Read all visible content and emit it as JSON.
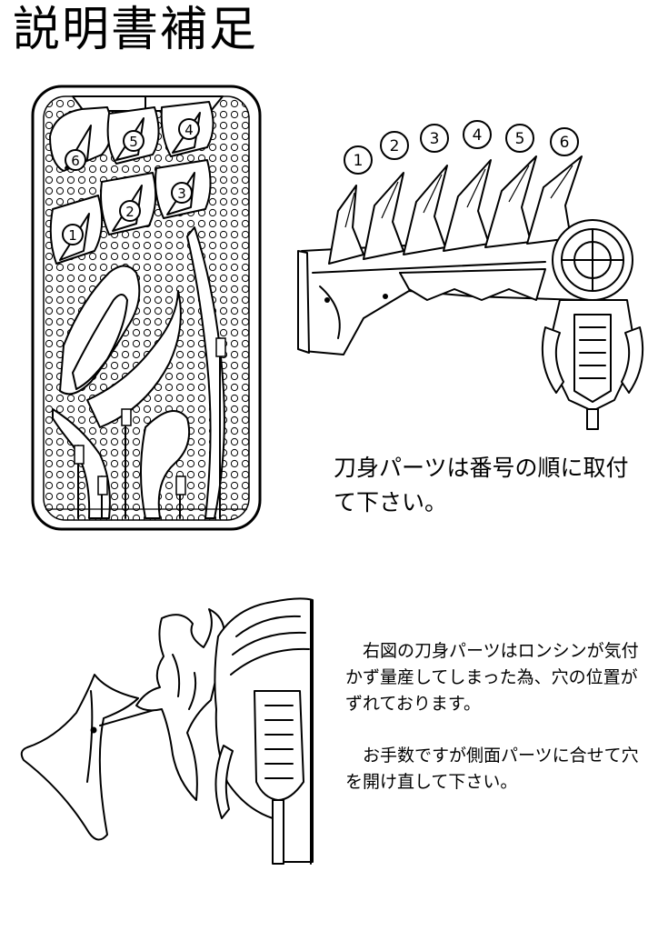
{
  "page": {
    "title": "説明書補足"
  },
  "notes": {
    "blade_order": "刀身パーツは番号の順に取付て下さい。",
    "hole_notice": {
      "paragraph1": "　右図の刀身パーツはロンシンが気付かず量産してしまった為、穴の位置がずれております。",
      "paragraph2": "　お手数ですが側面パーツに合せて穴を開け直して下さい。"
    }
  },
  "sprue_labels": [
    "1",
    "2",
    "3",
    "4",
    "5",
    "6"
  ],
  "assembly_labels": [
    "1",
    "2",
    "3",
    "4",
    "5",
    "6"
  ]
}
